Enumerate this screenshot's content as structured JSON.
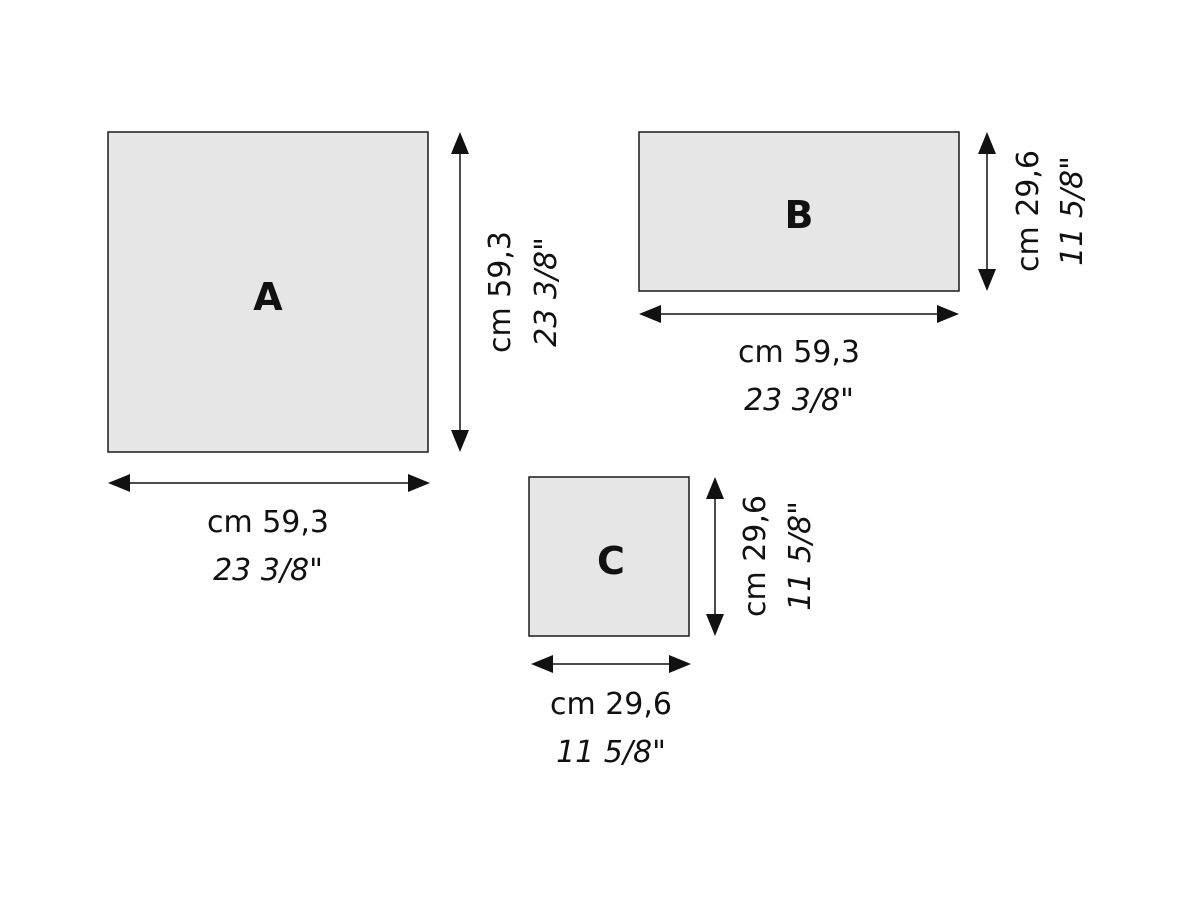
{
  "tiles": {
    "a": {
      "letter": "A",
      "width": {
        "cm": "cm 59,3",
        "inch": "23 3/8\""
      },
      "height": {
        "cm": "cm 59,3",
        "inch": "23 3/8\""
      }
    },
    "b": {
      "letter": "B",
      "width": {
        "cm": "cm 59,3",
        "inch": "23 3/8\""
      },
      "height": {
        "cm": "cm 29,6",
        "inch": "11 5/8\""
      }
    },
    "c": {
      "letter": "C",
      "width": {
        "cm": "cm 29,6",
        "inch": "11 5/8\""
      },
      "height": {
        "cm": "cm 29,6",
        "inch": "11 5/8\""
      }
    }
  },
  "colors": {
    "tile_fill": "#e6e6e6",
    "outline": "#1a1a1a"
  }
}
